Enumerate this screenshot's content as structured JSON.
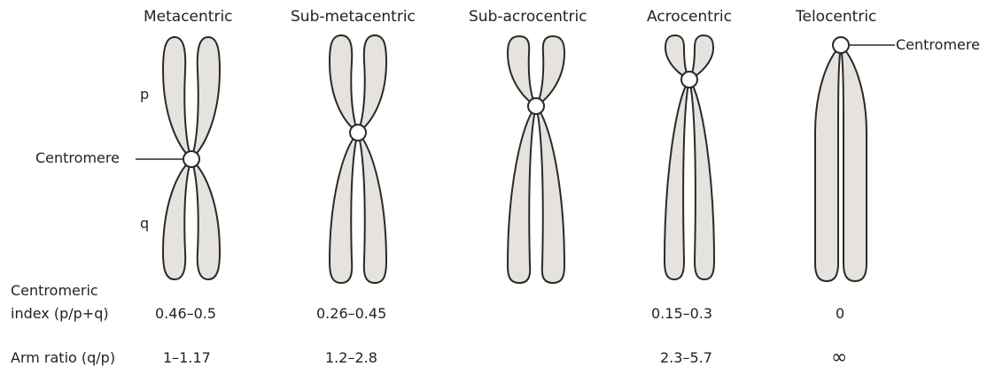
{
  "types": [
    {
      "key": "metacentric",
      "label": "Metacentric",
      "centromeric_index": "0.46–0.5",
      "arm_ratio": "1–1.17"
    },
    {
      "key": "sub-metacentric",
      "label": "Sub-metacentric",
      "centromeric_index": "0.26–0.45",
      "arm_ratio": "1.2–2.8"
    },
    {
      "key": "sub-acrocentric",
      "label": "Sub-acrocentric",
      "centromeric_index": "",
      "arm_ratio": ""
    },
    {
      "key": "acrocentric",
      "label": "Acrocentric",
      "centromeric_index": "0.15–0.3",
      "arm_ratio": "2.3–5.7"
    },
    {
      "key": "telocentric",
      "label": "Telocentric",
      "centromeric_index": "0",
      "arm_ratio": "∞"
    }
  ],
  "arms": {
    "p": "p",
    "q": "q"
  },
  "centromere_left_label": "Centromere",
  "centromere_right_label": "Centromere",
  "rows": {
    "centromeric_index_line1": "Centromeric",
    "centromeric_index_line2": "index (p/p+q)",
    "arm_ratio": "Arm ratio (q/p)"
  }
}
